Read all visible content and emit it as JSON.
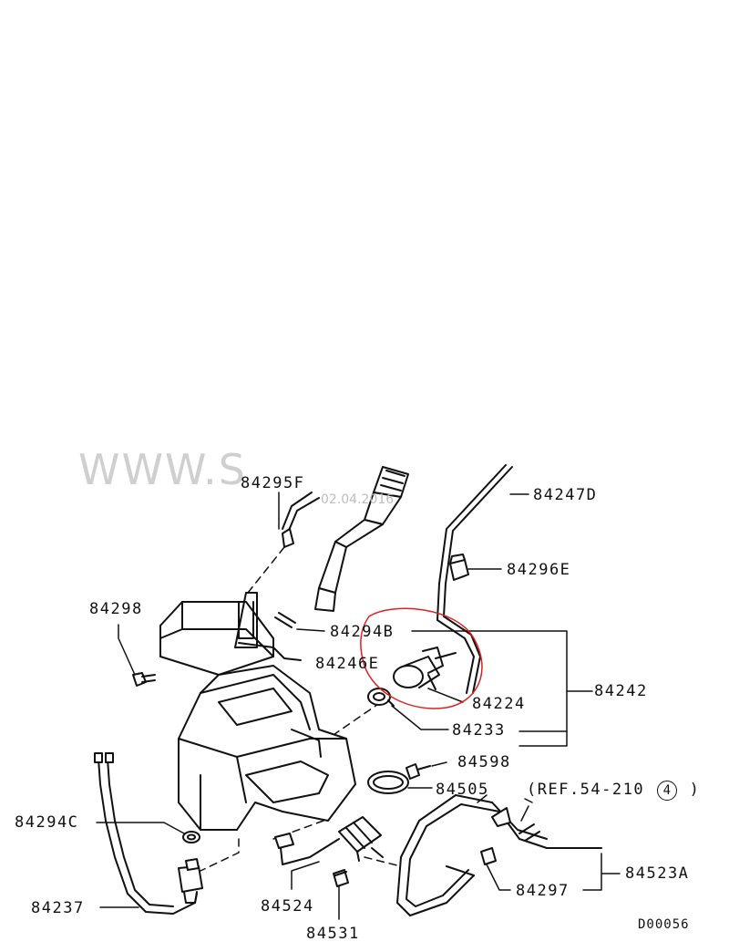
{
  "watermark": {
    "text": "WWW.S",
    "date": "02.04.2016"
  },
  "labels": {
    "p84295F": "84295F",
    "p84247D": "84247D",
    "p84296E": "84296E",
    "p84298": "84298",
    "p84294B": "84294B",
    "p84246E": "84246E",
    "p84242": "84242",
    "p84224": "84224",
    "p84233": "84233",
    "p84598": "84598",
    "p84505": "84505",
    "p84294C": "84294C",
    "p84523A": "84523A",
    "p84297": "84297",
    "p84524": "84524",
    "p84237": "84237",
    "p84531": "84531"
  },
  "reference": {
    "prefix": "(REF.54-210",
    "circled": "4",
    "suffix": ")"
  },
  "diagram_code": "D00056",
  "colors": {
    "line": "#111111",
    "highlight": "#e02020",
    "watermark": "#cfcfcf"
  }
}
